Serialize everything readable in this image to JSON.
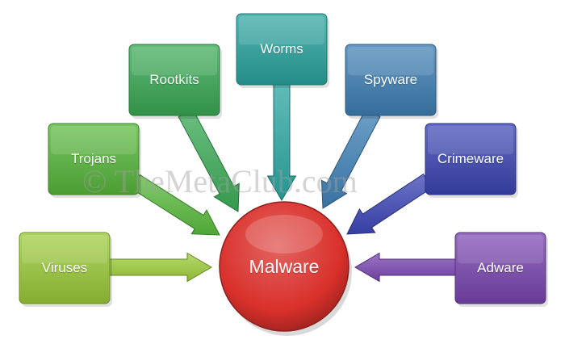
{
  "center": {
    "label": "Malware",
    "color": "#d9302b"
  },
  "nodes": [
    {
      "id": "viruses",
      "label": "Viruses",
      "color": "#9ccc3a"
    },
    {
      "id": "trojans",
      "label": "Trojans",
      "color": "#58b93c"
    },
    {
      "id": "rootkits",
      "label": "Rootkits",
      "color": "#3aaa55"
    },
    {
      "id": "worms",
      "label": "Worms",
      "color": "#2aa5a0"
    },
    {
      "id": "spyware",
      "label": "Spyware",
      "color": "#3e7fb4"
    },
    {
      "id": "crimeware",
      "label": "Crimeware",
      "color": "#3c45b4"
    },
    {
      "id": "adware",
      "label": "Adware",
      "color": "#7a46b0"
    }
  ],
  "watermark": "© TheMetaClub.com"
}
